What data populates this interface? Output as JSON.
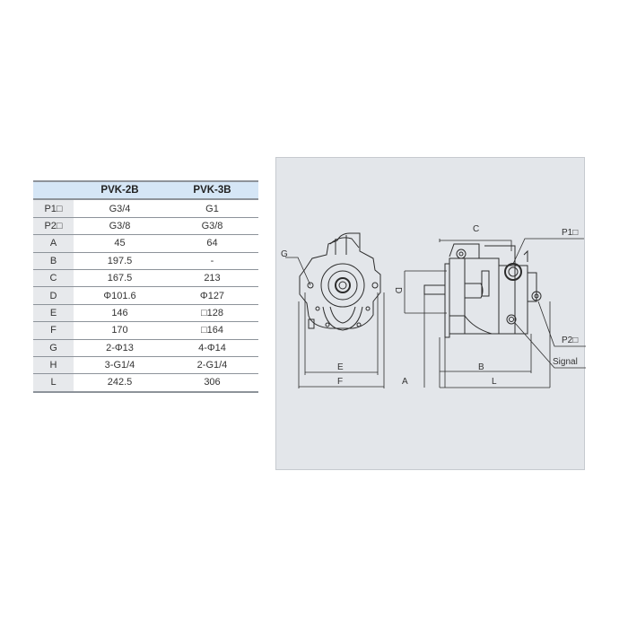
{
  "spec_table": {
    "headers": [
      "",
      "PVK-2B",
      "PVK-3B"
    ],
    "rows": [
      {
        "label": "P1□",
        "pvk2b": "G3/4",
        "pvk3b": "G1"
      },
      {
        "label": "P2□",
        "pvk2b": "G3/8",
        "pvk3b": "G3/8"
      },
      {
        "label": "A",
        "pvk2b": "45",
        "pvk3b": "64"
      },
      {
        "label": "B",
        "pvk2b": "197.5",
        "pvk3b": "-"
      },
      {
        "label": "C",
        "pvk2b": "167.5",
        "pvk3b": "213"
      },
      {
        "label": "D",
        "pvk2b": "Φ101.6",
        "pvk3b": "Φ127"
      },
      {
        "label": "E",
        "pvk2b": "146",
        "pvk3b": "□128"
      },
      {
        "label": "F",
        "pvk2b": "170",
        "pvk3b": "□164"
      },
      {
        "label": "G",
        "pvk2b": "2-Φ13",
        "pvk3b": "4-Φ14"
      },
      {
        "label": "H",
        "pvk2b": "3-G1/4",
        "pvk3b": "2-G1/4"
      },
      {
        "label": "L",
        "pvk2b": "242.5",
        "pvk3b": "306"
      }
    ]
  },
  "diagram": {
    "labels": {
      "g": "G",
      "e": "E",
      "f": "F",
      "a": "A",
      "b": "B",
      "c": "C",
      "d": "D",
      "l": "L",
      "p1": "P1□",
      "p2": "P2□",
      "signal": "Signal"
    }
  }
}
